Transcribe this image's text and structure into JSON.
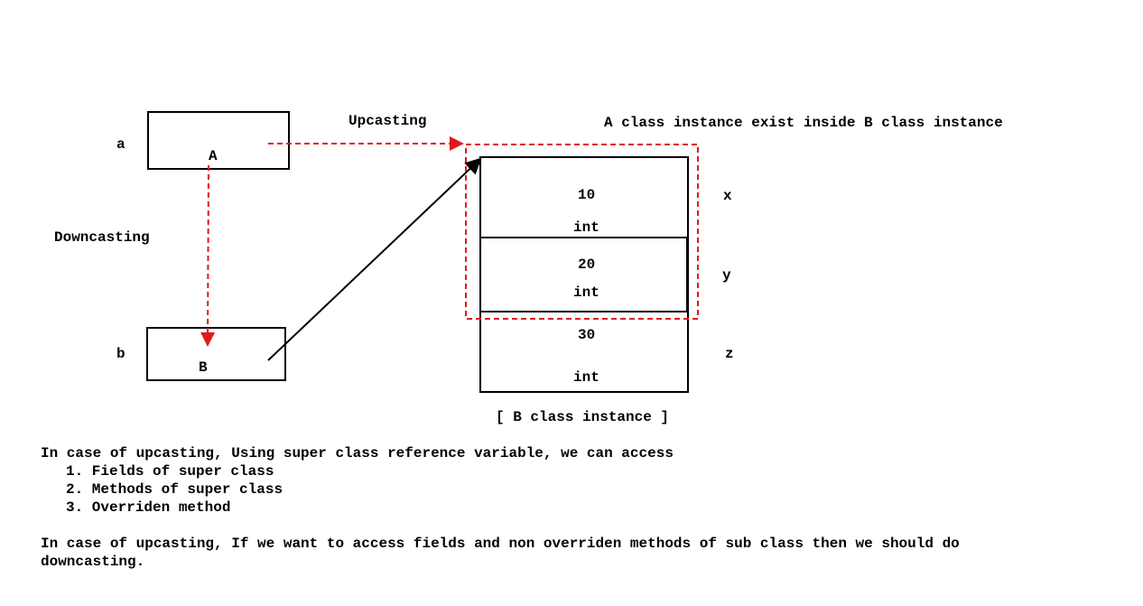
{
  "labels": {
    "ref_a": "a",
    "ref_b": "b",
    "class_a": "A",
    "class_b": "B",
    "upcasting": "Upcasting",
    "downcasting": "Downcasting",
    "header": "A class instance exist inside B class instance",
    "instance_caption": "[ B class instance ]"
  },
  "fields": [
    {
      "value": "10",
      "type": "int",
      "name": "x"
    },
    {
      "value": "20",
      "type": "int",
      "name": "y"
    },
    {
      "value": "30",
      "type": "int",
      "name": "z"
    }
  ],
  "notes": {
    "upcasting_intro": "In case of upcasting, Using super class reference variable, we can access",
    "items": [
      "1. Fields of super class",
      "2. Methods of super class",
      "3. Overriden method"
    ],
    "downcasting_line1": "In case of upcasting, If we want to access fields and non overriden methods of sub class then we should do",
    "downcasting_line2": "downcasting."
  },
  "colors": {
    "arrow_dashed": "#e0191c",
    "line": "#000000"
  }
}
